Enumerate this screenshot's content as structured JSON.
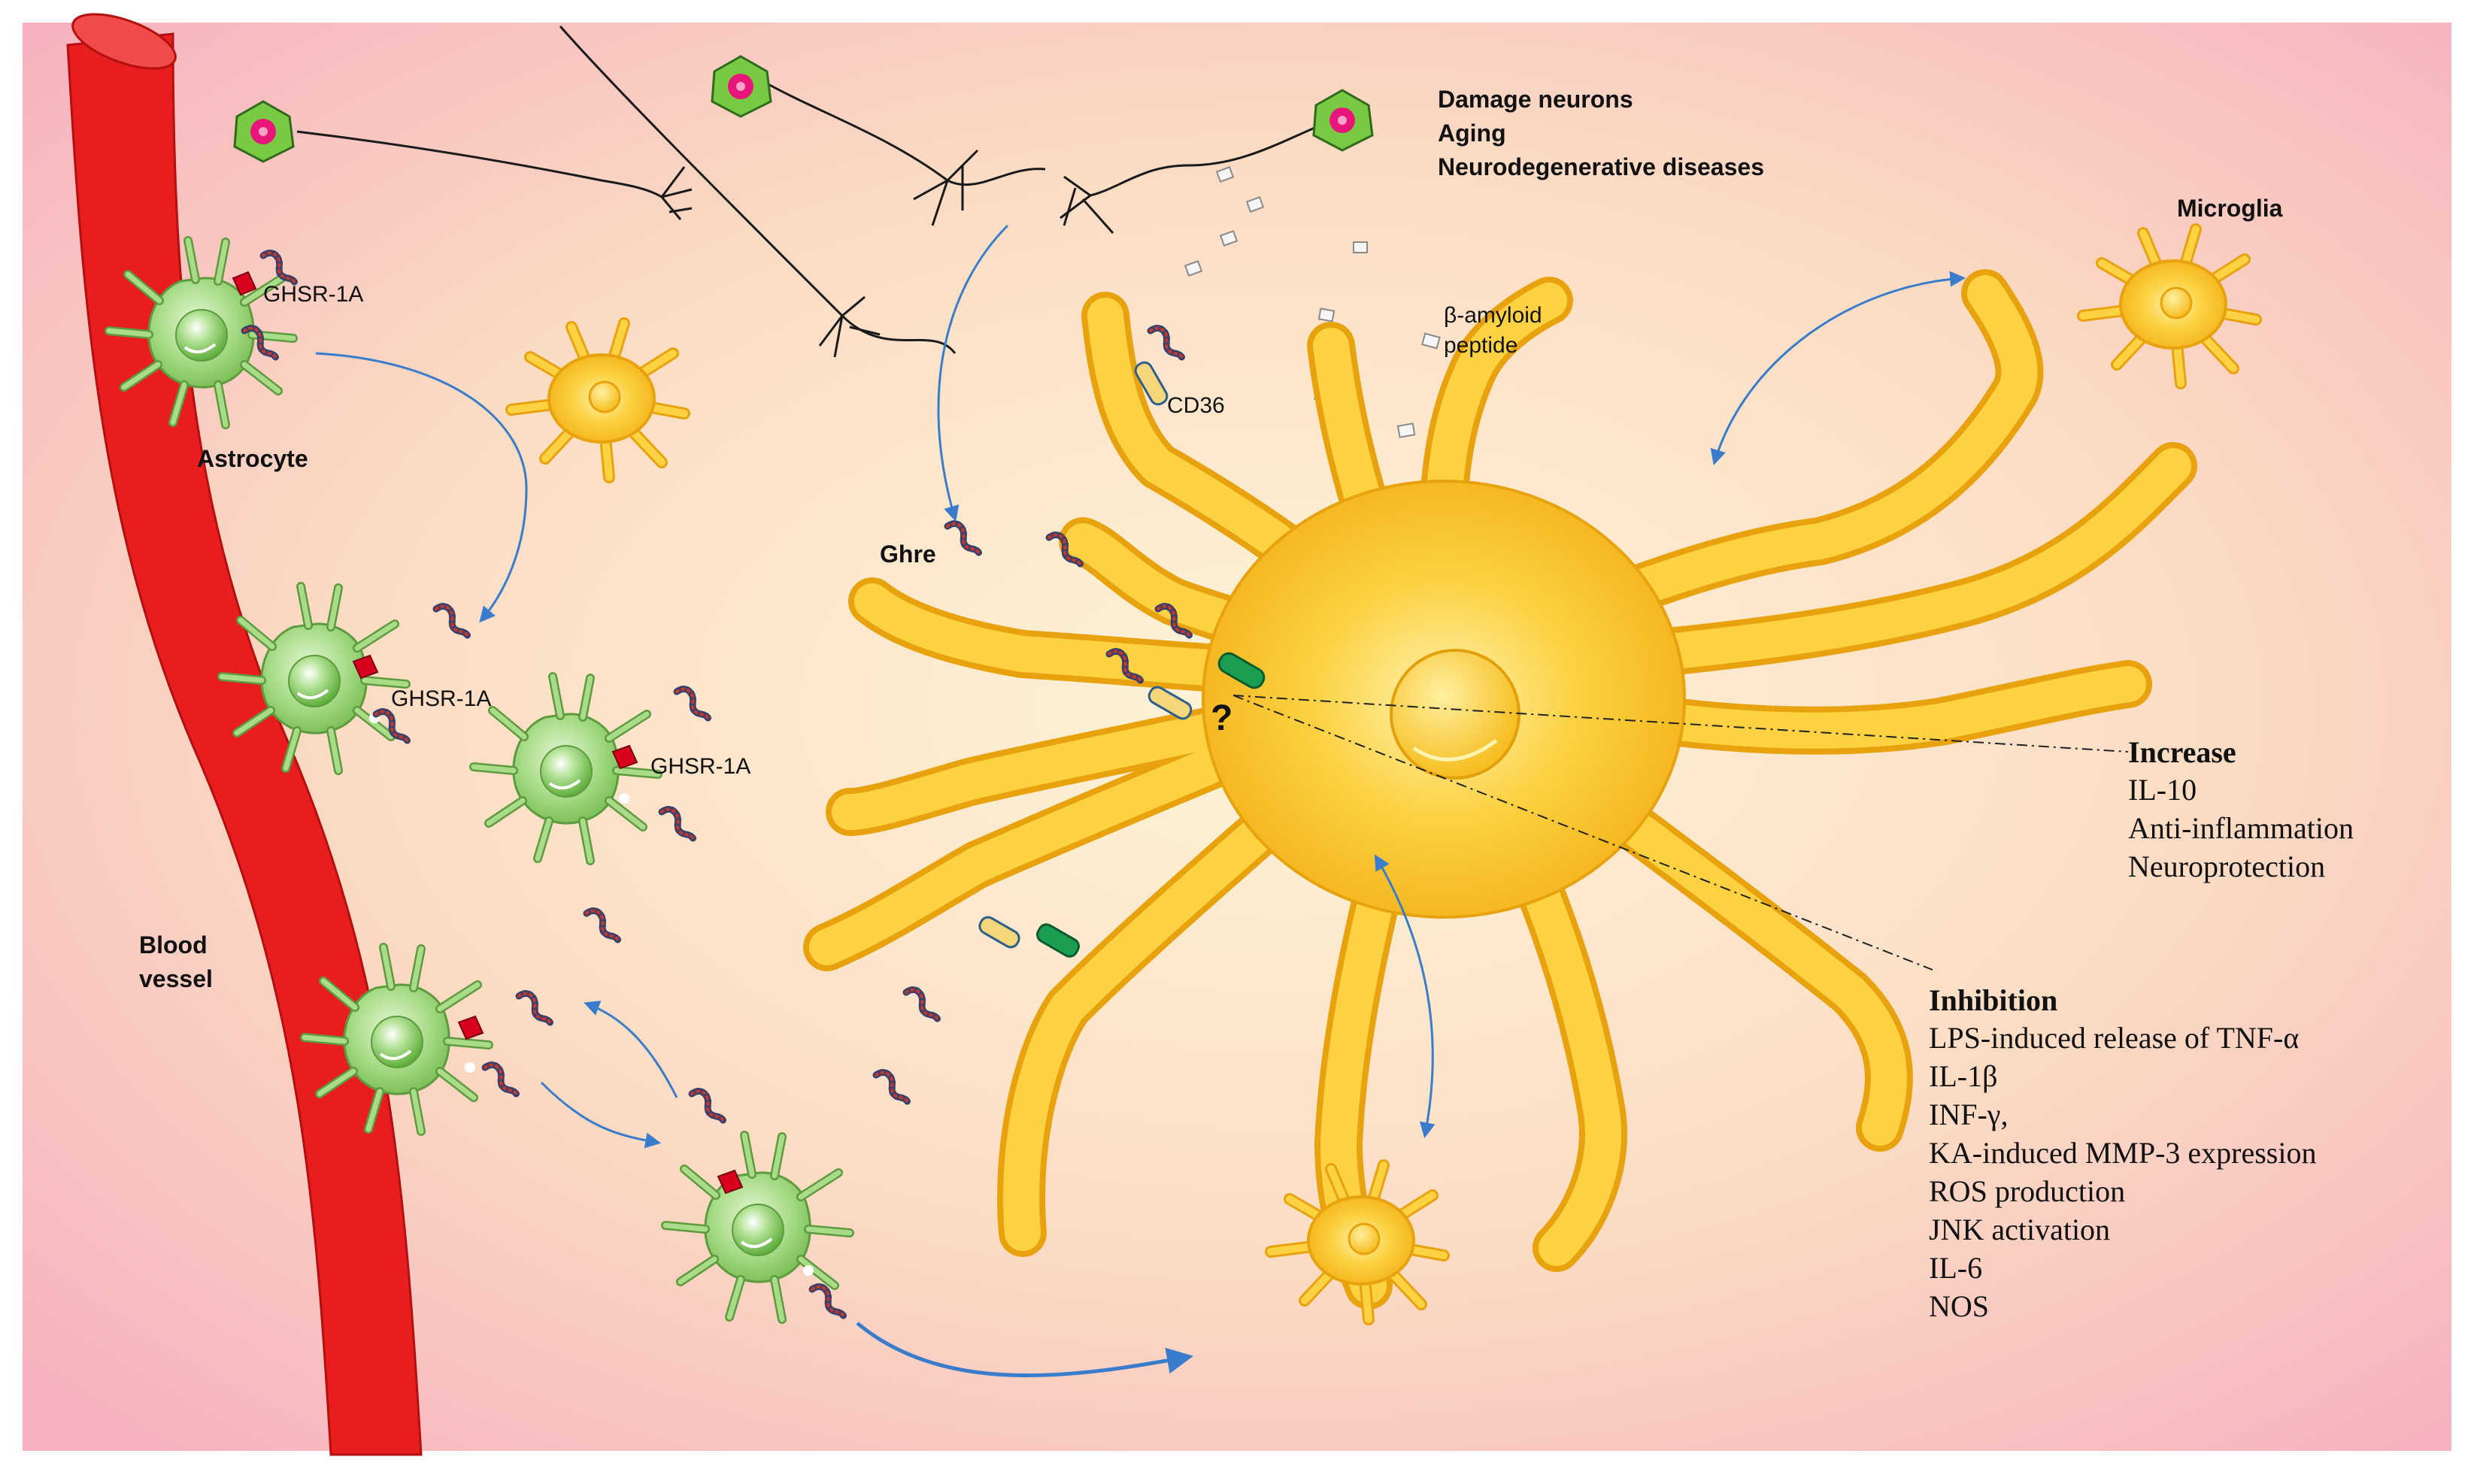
{
  "labels": {
    "damage": [
      "Damage neurons",
      "Aging",
      "Neurodegenerative diseases"
    ],
    "microglia": "Microglia",
    "astrocyte": "Astrocyte",
    "blood_vessel": [
      "Blood",
      "vessel"
    ],
    "ghsr_1": "GHSR-1A",
    "ghsr_2": "GHSR-1A",
    "ghsr_3": "GHSR-1A",
    "beta_amyloid": [
      "β-amyloid",
      "peptide"
    ],
    "cd36": "CD36",
    "ghre": "Ghre",
    "question": "?"
  },
  "increase": {
    "title": "Increase",
    "items": [
      "IL-10",
      "Anti-inflammation",
      "Neuroprotection"
    ]
  },
  "inhibition": {
    "title": "Inhibition",
    "items": [
      "LPS-induced release of TNF-α",
      "IL-1β",
      "INF-γ,",
      "KA-induced MMP-3 expression",
      "ROS production",
      "JNK activation",
      "IL-6",
      "NOS"
    ]
  },
  "colors": {
    "blood_vessel": "#e81e1e",
    "microglia": "#f5b820",
    "astrocyte": "#8fcf6b",
    "neuron": "#7ac943",
    "receptor_red": "#d9001b",
    "receptor_green": "#1a9e52",
    "arrow": "#3a7ccc"
  }
}
